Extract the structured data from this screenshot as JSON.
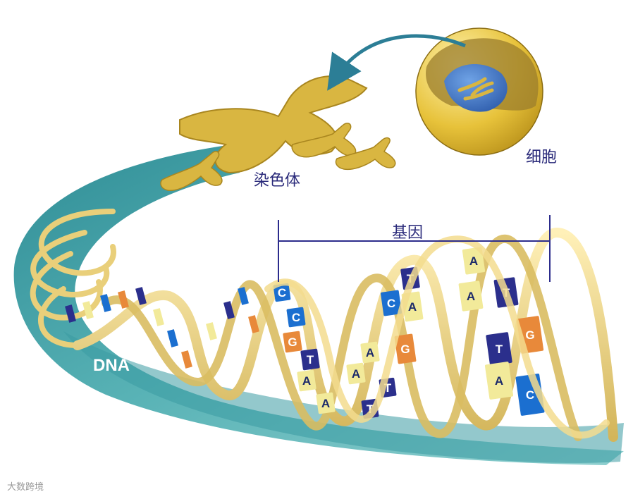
{
  "labels": {
    "cell": "细胞",
    "chromosome": "染色体",
    "gene": "基因",
    "dna": "DNA",
    "watermark": "大数跨境"
  },
  "base_letters": [
    {
      "letter": "C",
      "color": "#1b6fd0"
    },
    {
      "letter": "C",
      "color": "#1b6fd0"
    },
    {
      "letter": "G",
      "color": "#e8893a"
    },
    {
      "letter": "T",
      "color": "#2b2f8c"
    },
    {
      "letter": "A",
      "color": "#f2ea9a"
    },
    {
      "letter": "A",
      "color": "#f2ea9a"
    },
    {
      "letter": "A",
      "color": "#f2ea9a"
    },
    {
      "letter": "A",
      "color": "#f2ea9a"
    },
    {
      "letter": "T",
      "color": "#2b2f8c"
    },
    {
      "letter": "T",
      "color": "#2b2f8c"
    },
    {
      "letter": "C",
      "color": "#1b6fd0"
    },
    {
      "letter": "A",
      "color": "#f2ea9a"
    },
    {
      "letter": "G",
      "color": "#e8893a"
    },
    {
      "letter": "T",
      "color": "#2b2f8c"
    },
    {
      "letter": "A",
      "color": "#f2ea9a"
    },
    {
      "letter": "T",
      "color": "#2b2f8c"
    },
    {
      "letter": "A",
      "color": "#f2ea9a"
    },
    {
      "letter": "T",
      "color": "#2b2f8c"
    },
    {
      "letter": "A",
      "color": "#f2ea9a"
    },
    {
      "letter": "G",
      "color": "#e8893a"
    },
    {
      "letter": "C",
      "color": "#1b6fd0"
    }
  ],
  "colors": {
    "ribbon": "#4aa6ad",
    "backbone": "#e9cf7a",
    "chromosome": "#d9b641",
    "cell_shell": "#e7c23a",
    "nucleus": "#3e76c9",
    "label_text": "#2a2a7a",
    "gene_bracket": "#2c2c8c",
    "arrow": "#2c7e96"
  }
}
